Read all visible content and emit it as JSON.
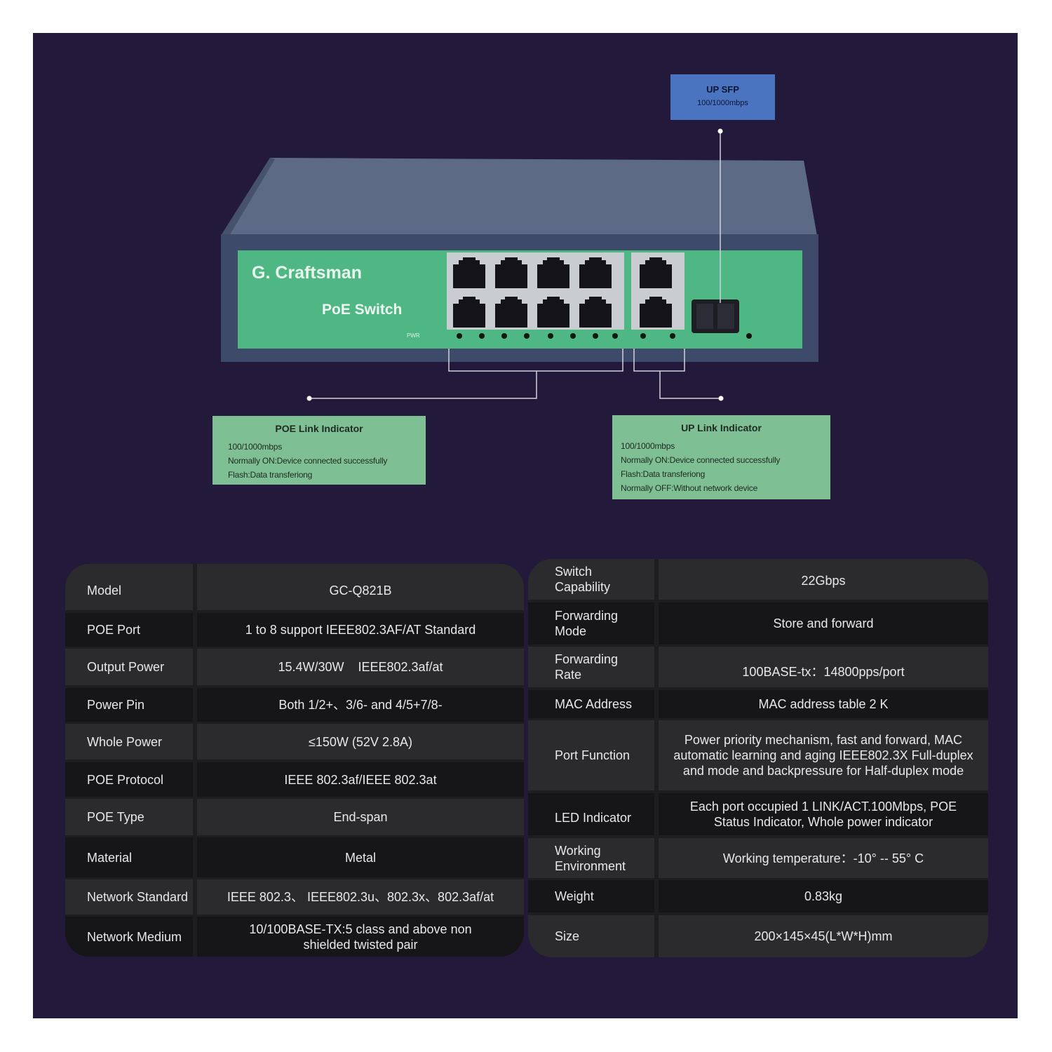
{
  "brand": "G. Craftsman",
  "product": "PoE Switch",
  "callouts": {
    "sfp": {
      "title": "UP SFP",
      "speed": "100/1000mbps"
    },
    "poe": {
      "title": "POE Link Indicator",
      "lines": [
        "100/1000mbps",
        "Normally ON:Device connected successfully",
        "Flash:Data transferiong"
      ]
    },
    "up": {
      "title": "UP Link Indicator",
      "lines": [
        "100/1000mbps",
        "Normally ON:Device connected successfully",
        "Flash:Data transferiong",
        "Normally OFF:Without network device"
      ]
    }
  },
  "specs_left": [
    {
      "label": "Model",
      "value": "GC-Q821B"
    },
    {
      "label": "POE Port",
      "value": "1 to 8 support IEEE802.3AF/AT Standard"
    },
    {
      "label": "Output Power",
      "value": "15.4W/30W    IEEE802.3af/at"
    },
    {
      "label": "Power Pin",
      "value": "Both 1/2+、3/6- and 4/5+7/8-"
    },
    {
      "label": "Whole Power",
      "value": "≤150W (52V 2.8A)"
    },
    {
      "label": "POE Protocol",
      "value": "IEEE 802.3af/IEEE 802.3at"
    },
    {
      "label": "POE Type",
      "value": "End-span"
    },
    {
      "label": "Material",
      "value": "Metal"
    },
    {
      "label": "Network Standard",
      "value": "IEEE 802.3、 IEEE802.3u、802.3x、802.3af/at"
    },
    {
      "label": "Network Medium",
      "value": "10/100BASE-TX:5 class and above non shielded twisted pair"
    }
  ],
  "specs_right": [
    {
      "label": "Switch Capability",
      "value": "22Gbps"
    },
    {
      "label": "Forwarding Mode",
      "value": "Store and forward"
    },
    {
      "label": "Forwarding Rate",
      "value": "100BASE-tx：14800pps/port"
    },
    {
      "label": "MAC Address",
      "value": "MAC address table 2 K"
    },
    {
      "label": "Port Function",
      "value": "Power priority mechanism, fast and forward, MAC automatic learning and aging IEEE802.3X Full-duplex and mode and backpressure for Half-duplex mode"
    },
    {
      "label": "LED Indicator",
      "value": "Each port occupied 1 LINK/ACT.100Mbps, POE Status Indicator, Whole power indicator"
    },
    {
      "label": "Working Environment",
      "value": "Working temperature：-10° -- 55° C"
    },
    {
      "label": "Weight",
      "value": "0.83kg"
    },
    {
      "label": "Size",
      "value": "200×145×45(L*W*H)mm"
    }
  ],
  "colors": {
    "background": "#231a3b",
    "panel_green": "#4fb783",
    "callout_green": "#7fbf94",
    "callout_blue": "#4a73c0"
  }
}
